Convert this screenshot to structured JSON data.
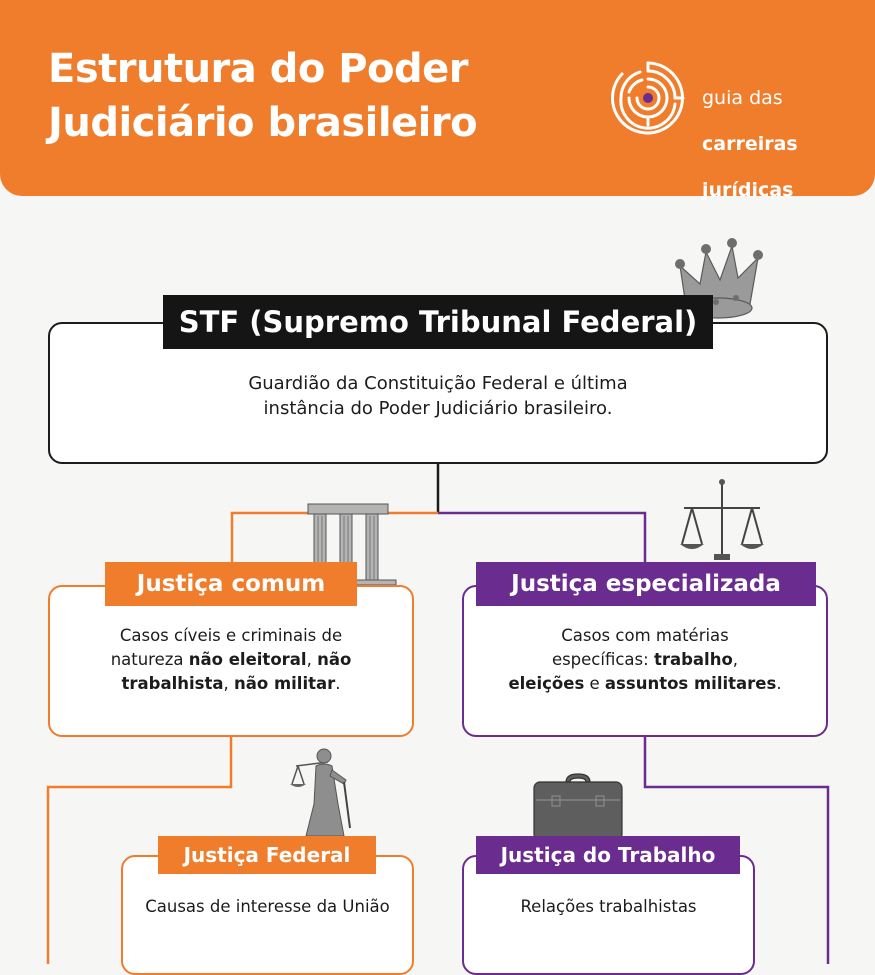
{
  "header": {
    "title": "Estrutura do Poder\nJudiciário brasileiro",
    "logo_line1": "guia das",
    "logo_line2": "carreiras",
    "logo_line3": "jurídicas"
  },
  "colors": {
    "orange": "#f07d2c",
    "purple": "#6a2c8e",
    "black": "#151515",
    "background": "#f6f6f4"
  },
  "nodes": {
    "stf": {
      "label": "STF (Supremo Tribunal Federal)",
      "description_line1": "Guardião da Constituição Federal e última",
      "description_line2": "instância do Poder Judiciário brasileiro.",
      "illustration": "crown-icon"
    },
    "comum": {
      "label": "Justiça comum",
      "d1": "Casos cíveis e criminais de",
      "d2a": "natureza ",
      "d2b": "não eleitoral",
      "d2c": ", ",
      "d2d": "não",
      "d3a": "trabalhista",
      "d3b": ", ",
      "d3c": "não militar",
      "d3d": ".",
      "illustration": "greek-columns-icon"
    },
    "especializada": {
      "label": "Justiça especializada",
      "d1": "Casos com matérias",
      "d2a": "específicas: ",
      "d2b": "trabalho",
      "d2c": ",",
      "d3a": "eleições",
      "d3b": " e ",
      "d3c": "assuntos militares",
      "d3d": ".",
      "illustration": "scales-icon"
    },
    "federal": {
      "label": "Justiça Federal",
      "description": "Causas de interesse da União",
      "illustration": "lady-justice-icon"
    },
    "trabalho": {
      "label": "Justiça do Trabalho",
      "description": "Relações trabalhistas",
      "illustration": "briefcase-icon"
    }
  }
}
